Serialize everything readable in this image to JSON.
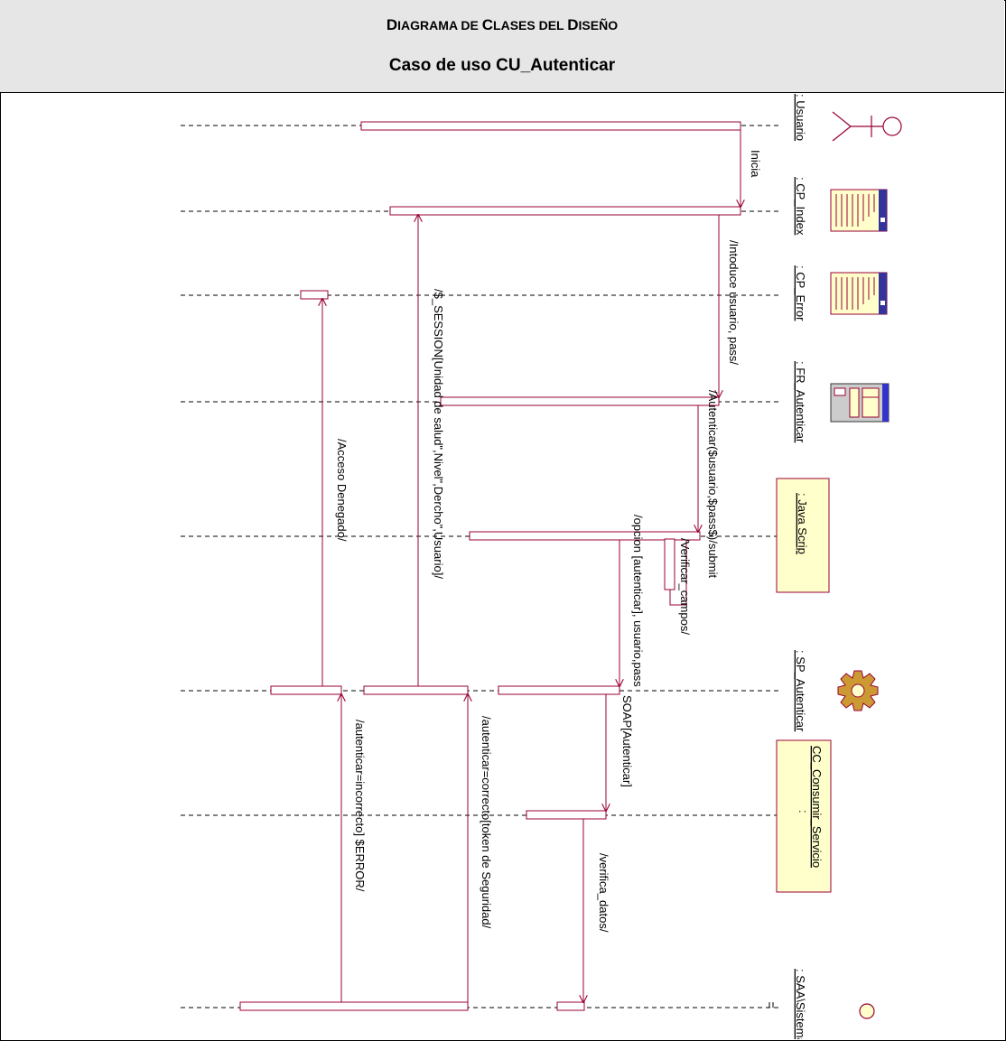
{
  "header": {
    "title_part1": "D",
    "title_part2": "IAGRAMA DE ",
    "title_part3": "C",
    "title_part4": "LASES DEL ",
    "title_part5": "D",
    "title_part6": "ISEÑO",
    "subtitle": "Caso de uso CU_Autenticar"
  },
  "participants": [
    {
      "id": "usuario",
      "label": ": Usuario",
      "icon": "actor-icon"
    },
    {
      "id": "cp-index",
      "label": ": CP_Index",
      "icon": "client-page-icon"
    },
    {
      "id": "cp-error",
      "label": ": CP_Error",
      "icon": "client-page-icon"
    },
    {
      "id": "fr-autenticar",
      "label": ": FR_Autenticar",
      "icon": "form-icon"
    },
    {
      "id": "java-scrip",
      "label": ": Java Scrip",
      "icon": "class-box"
    },
    {
      "id": "sp-autenticar",
      "label": ": SP_Autenticar",
      "icon": "server-page-icon"
    },
    {
      "id": "cc-consumir",
      "label": "CC_Consumir_Servicio",
      "icon": "class-box"
    },
    {
      "id": "saa",
      "label": ": SAA\\Sistema",
      "icon": "entity-icon"
    }
  ],
  "messages": [
    {
      "id": "inicia",
      "label": "Inicia"
    },
    {
      "id": "introduce",
      "label": "/Intoduce usuario, pass/"
    },
    {
      "id": "autenticar-submit",
      "label": "/Autenticar($usuario,$pass$)/submit"
    },
    {
      "id": "verificar",
      "label": "/Verificar_campos/"
    },
    {
      "id": "opcion",
      "label": "/opcion [autenticar], usuario,pass"
    },
    {
      "id": "soap",
      "label": "SOAP[Autenticar]"
    },
    {
      "id": "verifica-datos",
      "label": "/verifica_datos/"
    },
    {
      "id": "correcto",
      "label": "/autenticar=correcto[token de Seguridad/"
    },
    {
      "id": "incorrecto",
      "label": "/autenticar=incorrecto] $ERROR/"
    },
    {
      "id": "session",
      "label": "/$_SESSION[Unidad de salud\",Nivel\",Dercho\",Usuario]/"
    },
    {
      "id": "acceso",
      "label": "/Acceso Denegado/"
    }
  ],
  "colors": {
    "lifeline": "#000000",
    "message": "#990033",
    "activation": "#990033",
    "class_fill": "#ffffcc",
    "page_fill": "#ffffcc",
    "icon_stroke": "#990033",
    "gear_fill": "#cc9933",
    "form_fill": "#3333cc"
  }
}
